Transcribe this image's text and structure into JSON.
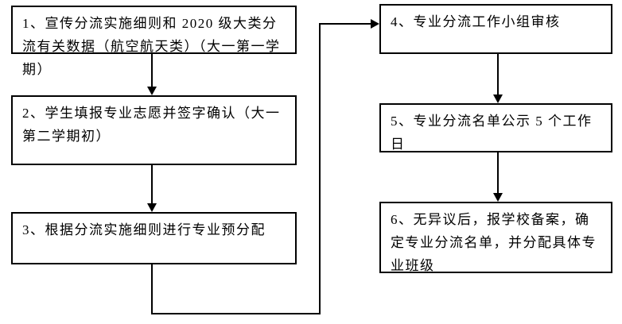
{
  "diagram": {
    "type": "flowchart",
    "colors": {
      "background": "#ffffff",
      "box_border": "#000000",
      "line": "#000000",
      "text": "#000000"
    },
    "nodes": [
      {
        "id": "step-1",
        "label": "1、宣传分流实施细则和 2020 级大类分流有关数据（航空航天类）（大一第一学期）"
      },
      {
        "id": "step-2",
        "label": "2、学生填报专业志愿并签字确认（大一第二学期初）"
      },
      {
        "id": "step-3",
        "label": "3、根据分流实施细则进行专业预分配"
      },
      {
        "id": "step-4",
        "label": "4、专业分流工作小组审核"
      },
      {
        "id": "step-5",
        "label": "5、专业分流名单公示 5 个工作日"
      },
      {
        "id": "step-6",
        "label": "6、无异议后，报学校备案，确定专业分流名单，并分配具体专业班级"
      }
    ],
    "edges": [
      {
        "from": "step-1",
        "to": "step-2"
      },
      {
        "from": "step-2",
        "to": "step-3"
      },
      {
        "from": "step-3",
        "to": "step-4"
      },
      {
        "from": "step-4",
        "to": "step-5"
      },
      {
        "from": "step-5",
        "to": "step-6"
      }
    ]
  }
}
